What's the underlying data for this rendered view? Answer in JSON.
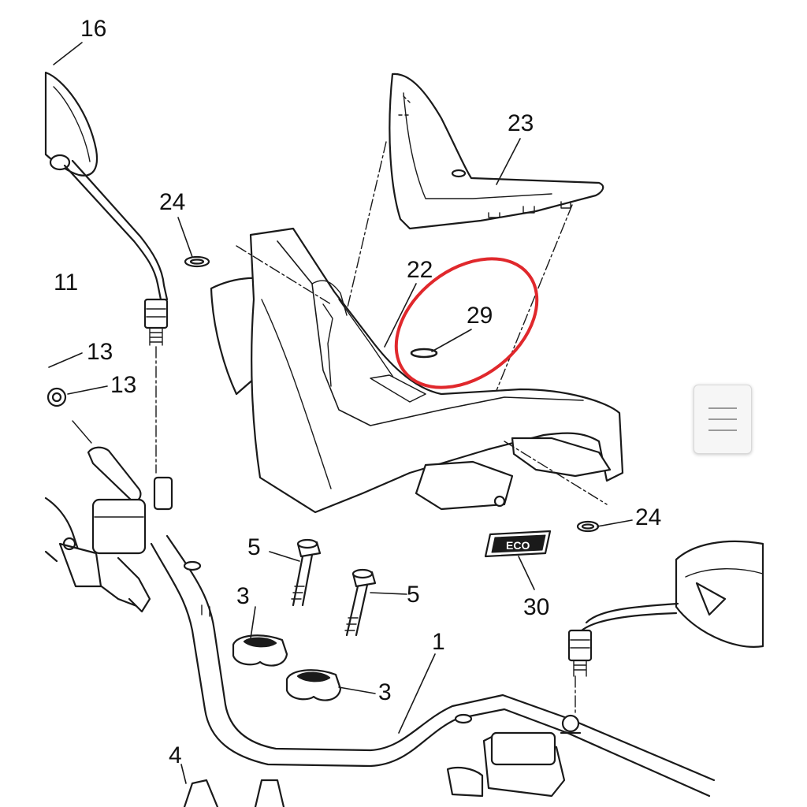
{
  "diagram": {
    "labels": {
      "p16": "16",
      "p24a": "24",
      "p11": "11",
      "p13a": "13",
      "p13b": "13",
      "p23": "23",
      "p22": "22",
      "p29": "29",
      "p24b": "24",
      "p30": "30",
      "p5a": "5",
      "p5b": "5",
      "p3a": "3",
      "p3b": "3",
      "p1": "1",
      "p4": "4"
    },
    "emblem_text": "ECO",
    "highlight_color": "#e0282c",
    "line_color": "#1a1a1a"
  },
  "ui": {
    "menu_icon": "hamburger-menu-icon"
  }
}
